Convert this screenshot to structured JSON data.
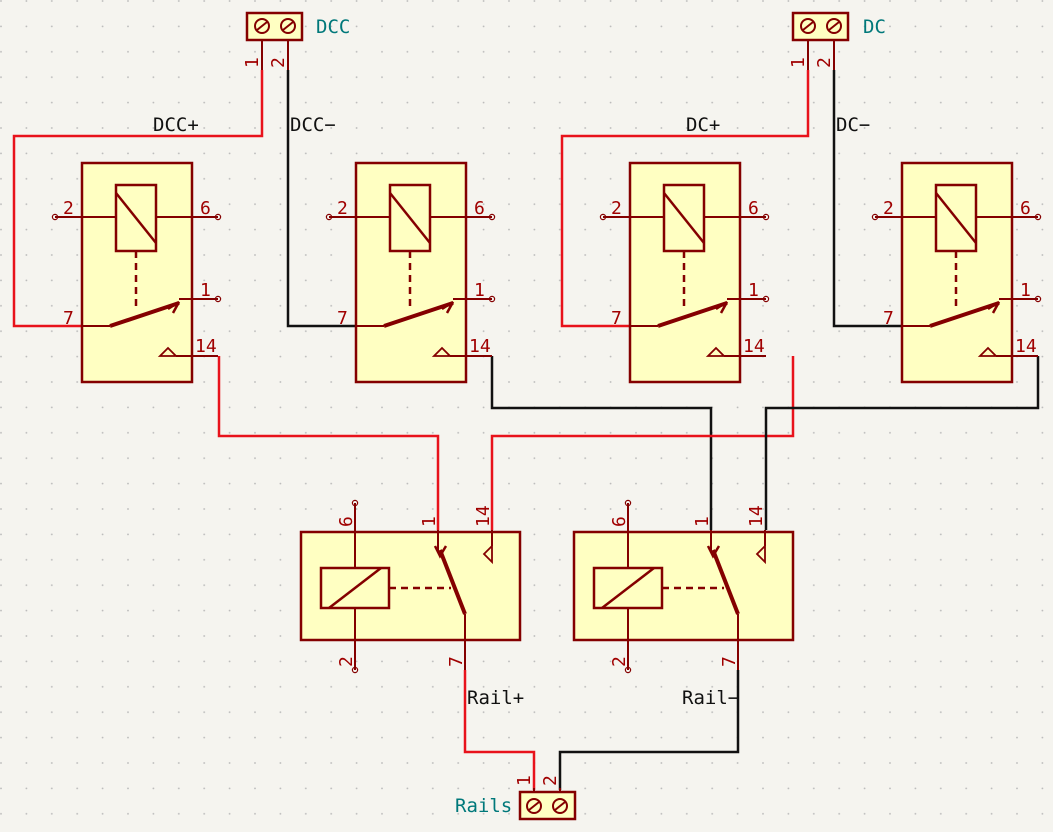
{
  "connectors": {
    "dcc": {
      "label": "DCC",
      "pin1": "1",
      "pin2": "2"
    },
    "dc": {
      "label": "DC",
      "pin1": "1",
      "pin2": "2"
    },
    "rails": {
      "label": "Rails",
      "pin1": "1",
      "pin2": "2"
    }
  },
  "nets": {
    "dcc_plus": "DCC+",
    "dcc_minus": "DCC−",
    "dc_plus": "DC+",
    "dc_minus": "DC−",
    "rail_plus": "Rail+",
    "rail_minus": "Rail−"
  },
  "relay_pins": {
    "coil_a": "2",
    "coil_b": "6",
    "com": "7",
    "no": "1",
    "nc": "14"
  },
  "colors": {
    "wire_red": "#e8121b",
    "wire_black": "#111111",
    "symbol_outline": "#840000",
    "symbol_fill": "#ffffc2",
    "pin_text": "#a00000",
    "connector_label": "#00787a",
    "background": "#f5f4ef"
  }
}
